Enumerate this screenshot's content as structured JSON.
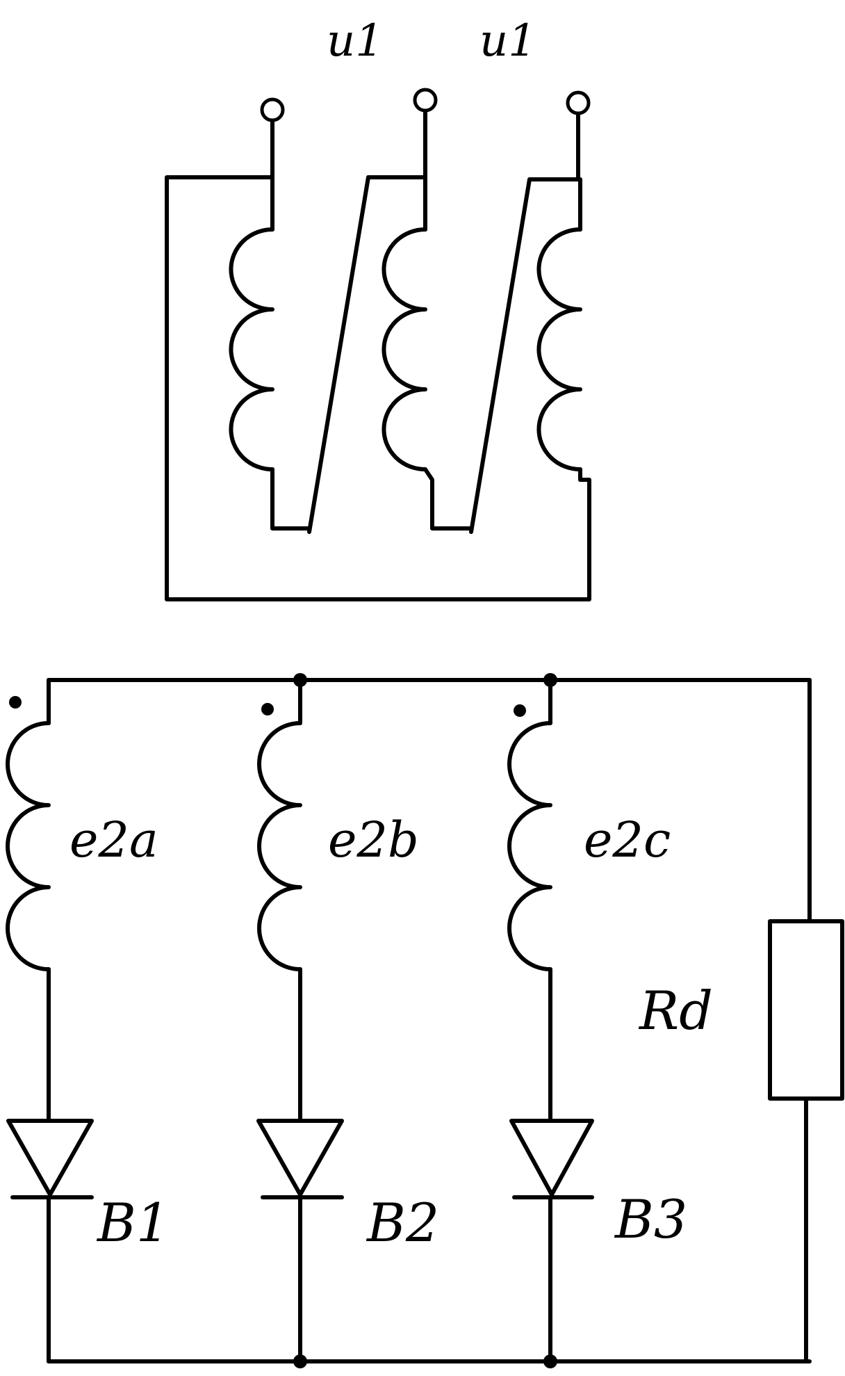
{
  "primary": {
    "labels": [
      "u1",
      "u1"
    ]
  },
  "secondary": {
    "windings": [
      {
        "label": "e2a"
      },
      {
        "label": "e2b"
      },
      {
        "label": "e2c"
      }
    ],
    "diodes": [
      {
        "label": "B1"
      },
      {
        "label": "B2"
      },
      {
        "label": "B3"
      }
    ],
    "load": {
      "label": "Rd"
    }
  }
}
